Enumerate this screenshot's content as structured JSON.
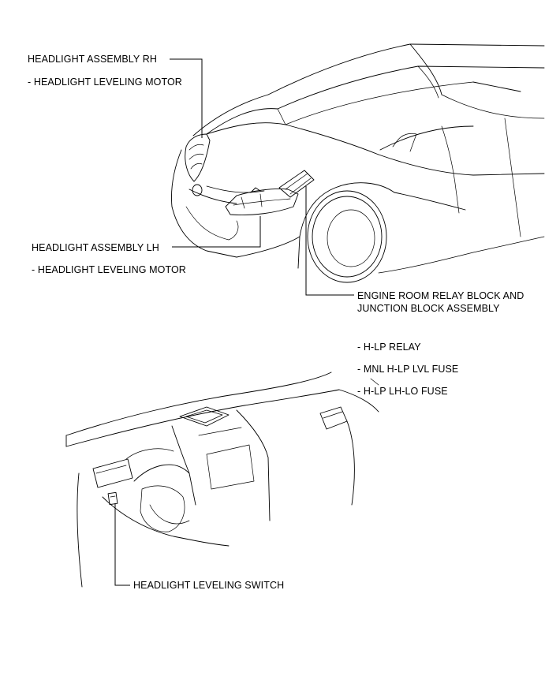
{
  "labels": {
    "headlight_rh": "HEADLIGHT ASSEMBLY RH",
    "headlight_rh_sub": "- HEADLIGHT LEVELING MOTOR",
    "headlight_lh": "HEADLIGHT ASSEMBLY LH",
    "headlight_lh_sub": "- HEADLIGHT LEVELING MOTOR",
    "engine_room_line1": "ENGINE ROOM RELAY BLOCK AND",
    "engine_room_line2": "JUNCTION BLOCK ASSEMBLY",
    "hlp_relay": "- H-LP RELAY",
    "mnl_fuse": "- MNL H-LP LVL FUSE",
    "lhlo_fuse": "- H-LP LH-LO FUSE",
    "leveling_switch": "HEADLIGHT LEVELING SWITCH"
  }
}
